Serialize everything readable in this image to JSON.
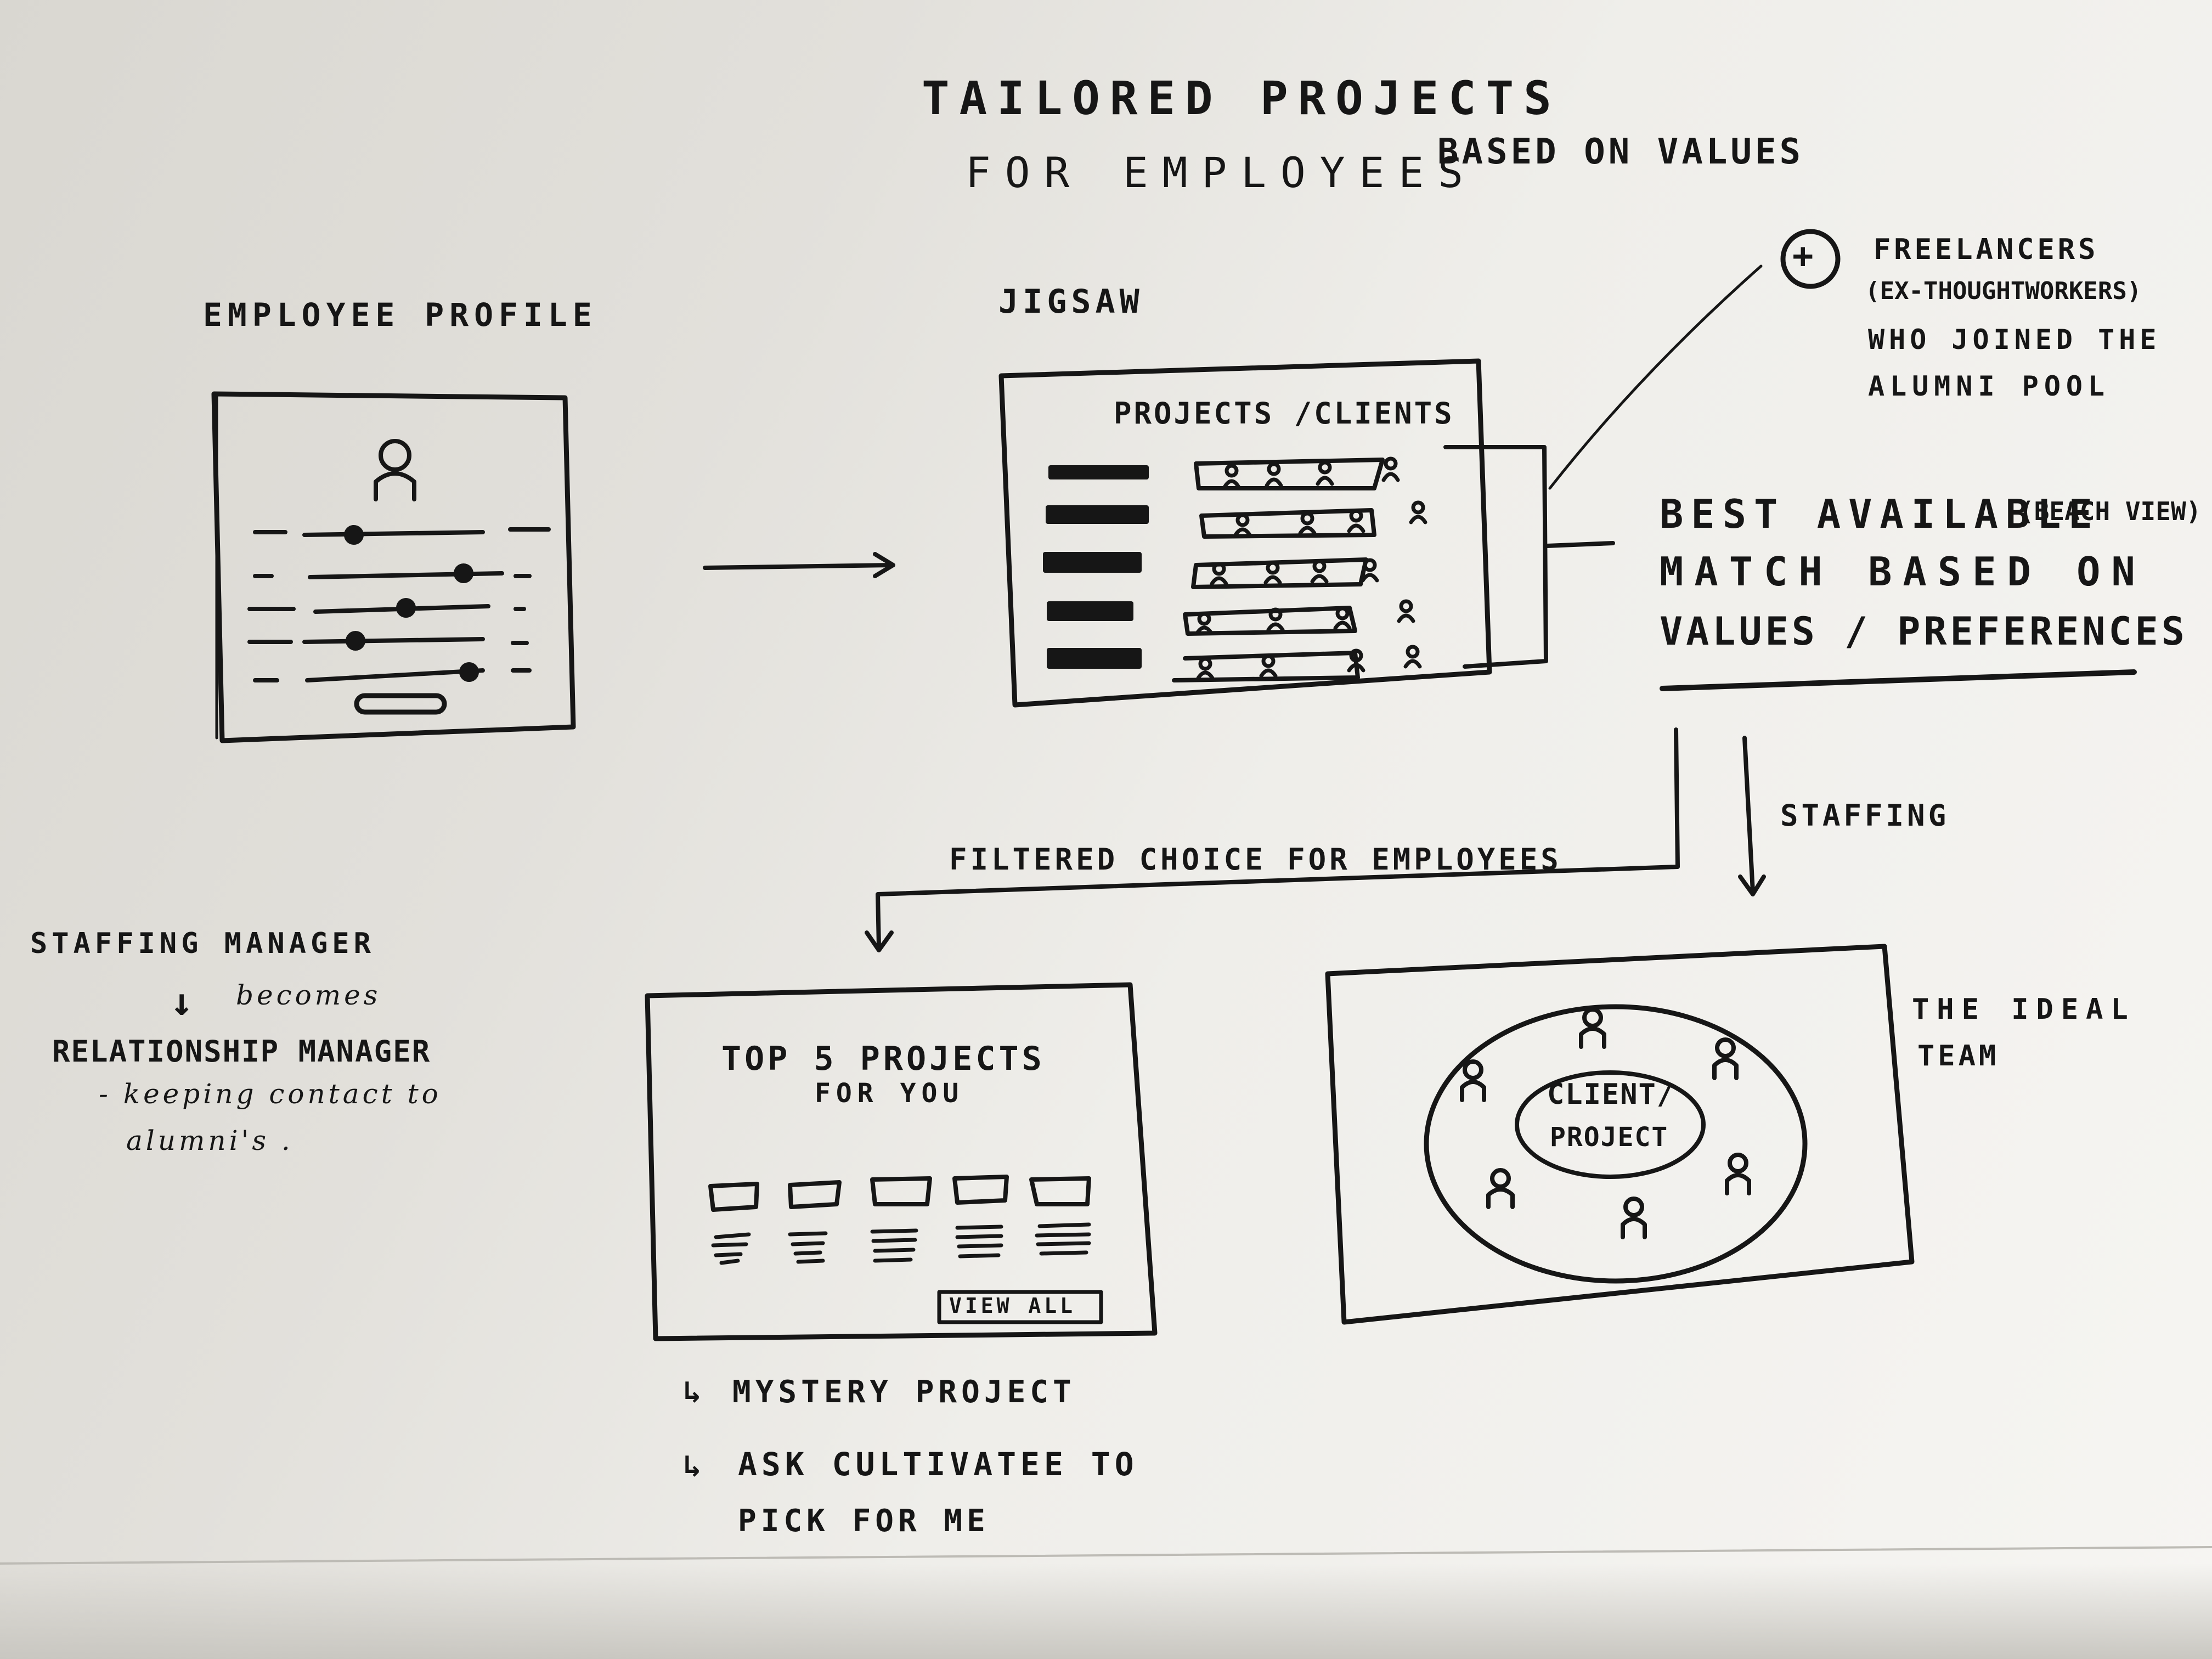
{
  "title": {
    "line1": "TAILORED PROJECTS",
    "line2a": "FOR EMPLOYEES",
    "line2b": "BASED ON VALUES"
  },
  "employee_profile": {
    "label": "EMPLOYEE PROFILE"
  },
  "jigsaw": {
    "label": "JIGSAW",
    "screen_title": "PROJECTS /CLIENTS"
  },
  "freelancers_note": {
    "plus": "+",
    "line1": "FREELANCERS",
    "line2": "(EX-THOUGHTWORKERS)",
    "line3": "WHO JOINED THE",
    "line4": "ALUMNI POOL"
  },
  "match_note": {
    "line1a": "BEST AVAILABLE",
    "line1b": "(BEACH VIEW)",
    "line2": "MATCH BASED ON",
    "line3": "VALUES / PREFERENCES"
  },
  "flows": {
    "filtered_choice": "FILTERED CHOICE FOR EMPLOYEES",
    "staffing": "STAFFING"
  },
  "staffing_manager_note": {
    "line1": "STAFFING MANAGER",
    "arrow": "↓",
    "line2": "becomes",
    "line3": "RELATIONSHIP MANAGER",
    "line4": "- keeping contact to",
    "line5": "alumni's ."
  },
  "top5": {
    "title_line1": "TOP 5 PROJECTS",
    "title_line2": "FOR YOU",
    "button": "VIEW ALL"
  },
  "ideal_team": {
    "center_line1": "CLIENT/",
    "center_line2": "PROJECT",
    "label_line1": "THE IDEAL",
    "label_line2": "TEAM"
  },
  "bottom_notes": {
    "note1_arrow": "↳",
    "note1": "MYSTERY PROJECT",
    "note2_arrow": "↳",
    "note2": "ASK CULTIVATEE TO",
    "note2_line2": "PICK FOR ME"
  },
  "colors": {
    "ink": "#161616",
    "paper": "#f6f5f2"
  }
}
